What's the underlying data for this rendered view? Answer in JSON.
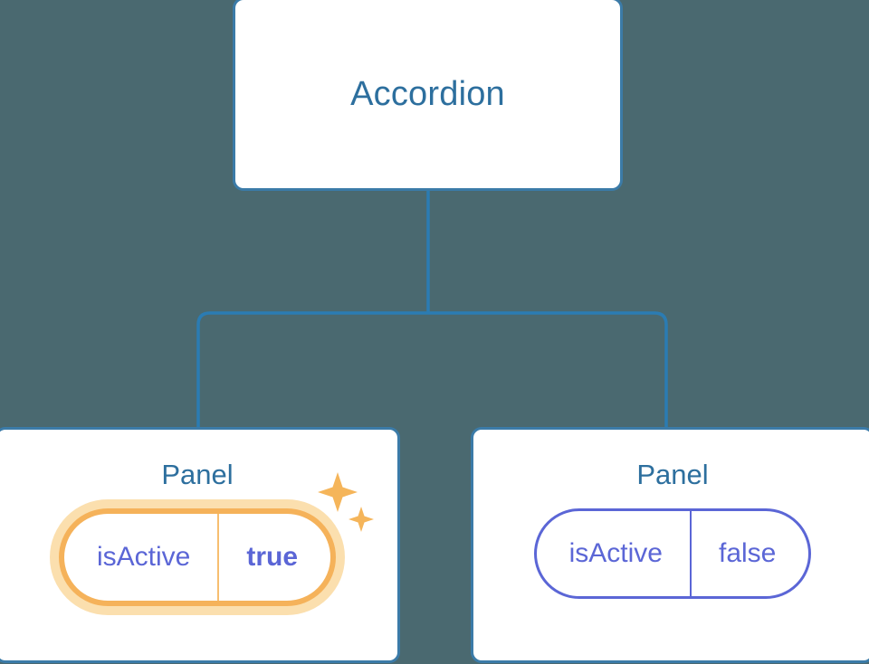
{
  "diagram": {
    "type": "component-tree",
    "background_color": "#4a6970",
    "node_border_color": "#3b7ba8",
    "node_title_color": "#2d6f9e",
    "connector_color": "#2b7cb3",
    "prop_color": "#5b66d6",
    "highlight_color": "#f5b25a",
    "highlight_glow_color": "#fbdfae",
    "sparkle_color": "#f5b55a"
  },
  "root": {
    "title": "Accordion"
  },
  "children": [
    {
      "title": "Panel",
      "highlighted": true,
      "prop": {
        "key": "isActive",
        "value": "true"
      },
      "sparkle_icon": "sparkles-icon"
    },
    {
      "title": "Panel",
      "highlighted": false,
      "prop": {
        "key": "isActive",
        "value": "false"
      }
    }
  ]
}
